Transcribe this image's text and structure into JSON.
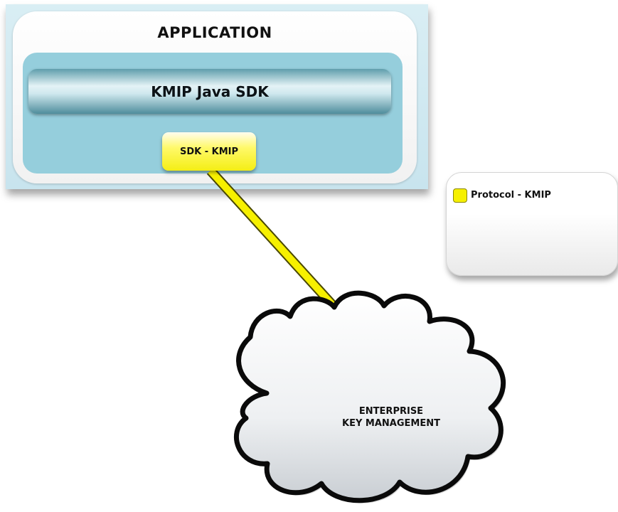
{
  "application": {
    "title": "APPLICATION",
    "sdk_label": "KMIP Java SDK",
    "sdk_kmip_label": "SDK - KMIP"
  },
  "legend": {
    "items": [
      {
        "label": "Protocol - KMIP",
        "color": "#f6f000"
      }
    ]
  },
  "cloud": {
    "line1": "ENTERPRISE",
    "line2": "KEY MANAGEMENT"
  },
  "colors": {
    "inner_panel": "#95cedc",
    "protocol_line": "#f6f000"
  }
}
